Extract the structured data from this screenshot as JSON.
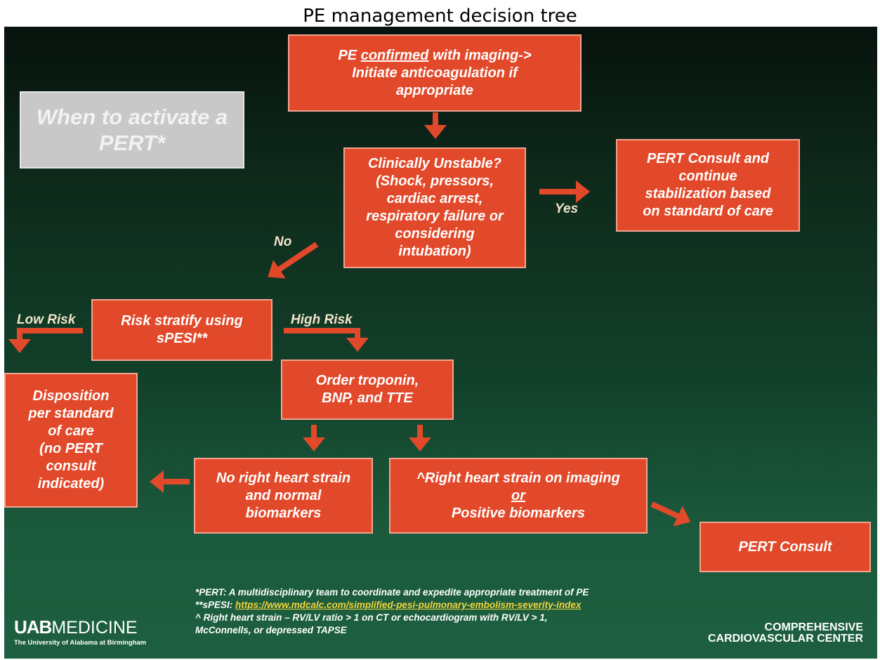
{
  "title": "PE management decision tree",
  "colors": {
    "node_fill": "#e2492a",
    "node_border": "#f2a491",
    "label_color": "#f2e3c8",
    "link_color": "#f3d53b",
    "background_dark": "#07130d",
    "background_light": "#1d5f40"
  },
  "sidebox": {
    "line1": "When to activate a",
    "line2": "PERT*"
  },
  "nodes": {
    "confirmed": {
      "pre": "PE ",
      "underlined": "confirmed",
      "post": " with imaging->",
      "line2": "Initiate anticoagulation if",
      "line3": "appropriate"
    },
    "unstable": {
      "line1": "Clinically Unstable?",
      "line2": "(Shock, pressors,",
      "line3": "cardiac arrest,",
      "line4": "respiratory failure or",
      "line5": "considering",
      "line6": "intubation)"
    },
    "pert_continue": {
      "line1": "PERT Consult and",
      "line2": "continue",
      "line3": "stabilization based",
      "line4": "on standard of care"
    },
    "risk": {
      "line1": "Risk stratify using",
      "line2": "sPESI**"
    },
    "disposition": {
      "line1": "Disposition",
      "line2": "per standard",
      "line3": "of care",
      "line4": "(no PERT",
      "line5": "consult",
      "line6": "indicated)"
    },
    "order": {
      "line1": "Order troponin,",
      "line2": "BNP, and TTE"
    },
    "no_strain": {
      "line1": "No right heart strain",
      "line2": "and normal",
      "line3": "biomarkers"
    },
    "strain": {
      "line1": "^Right heart strain on imaging",
      "line2": "or",
      "line3": "Positive biomarkers"
    },
    "pert_consult": {
      "line1": "PERT Consult"
    }
  },
  "edge_labels": {
    "yes": "Yes",
    "no": "No",
    "low_risk": "Low Risk",
    "high_risk": "High Risk"
  },
  "footnotes": {
    "pert": "*PERT: A multidisciplinary team to coordinate and expedite appropriate treatment of PE",
    "spesi_prefix": "**sPESI: ",
    "spesi_link": "https://www.mdcalc.com/simplified-pesi-pulmonary-embolism-severity-index",
    "strain_line1": "^ Right heart strain – RV/LV ratio > 1 on CT or echocardiogram with RV/LV > 1,",
    "strain_line2": "McConnells, or depressed TAPSE"
  },
  "logos": {
    "uab_mark": "UAB",
    "uab_word": "MEDICINE",
    "uab_sub": "The University of Alabama at Birmingham",
    "ccc_line1": "COMPREHENSIVE",
    "ccc_line2": "CARDIOVASCULAR CENTER"
  }
}
